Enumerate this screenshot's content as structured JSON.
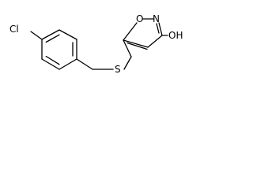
{
  "molecule": {
    "atoms": {
      "chlorine": "Cl",
      "sulfur": "S",
      "ring_oxygen": "O",
      "ring_nitrogen": "N",
      "hydroxyl": "OH"
    },
    "colors": {
      "bond": "#000000",
      "label": "#000000",
      "background": "#ffffff"
    }
  }
}
